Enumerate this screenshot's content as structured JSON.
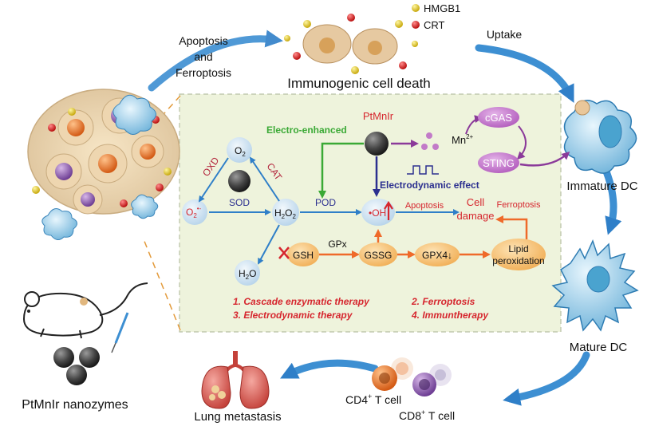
{
  "legend": {
    "hmgb1": "HMGB1",
    "crt": "CRT"
  },
  "labels": {
    "apoptosis_ferroptosis_1": "Apoptosis",
    "apoptosis_ferroptosis_2": "and",
    "apoptosis_ferroptosis_3": "Ferroptosis",
    "icd": "Immunogenic cell death",
    "uptake": "Uptake",
    "immature_dc": "Immature DC",
    "mature_dc": "Mature DC",
    "cd4": "CD4",
    "cd4_sup": "+",
    "cd4_tail": " T cell",
    "cd8": "CD8",
    "cd8_sup": "+",
    "cd8_tail": " T cell",
    "lung": "Lung metastasis",
    "nanozymes": "PtMnIr nanozymes"
  },
  "mechanism": {
    "ptmnir": "PtMnIr",
    "electro_enhanced": "Electro-enhanced",
    "electrodynamic_effect": "Electrodynamic effect",
    "mn": "Mn",
    "mn_sup": "2+",
    "cgas": "cGAS",
    "sting": "STING",
    "o2": "O",
    "o2_sub": "2",
    "o2m": "O",
    "o2m_sub": "2",
    "o2m_sup": "•-",
    "h2o2": "H",
    "h2o2_sub1": "2",
    "h2o2_mid": "O",
    "h2o2_sub2": "2",
    "h2o": "H",
    "h2o_sub": "2",
    "h2o_tail": "O",
    "oxd": "OXD",
    "cat": "CAT",
    "sod": "SOD",
    "pod": "POD",
    "oh": "•OH",
    "apoptosis": "Apoptosis",
    "ferroptosis": "Ferroptosis",
    "cell_damage_1": "Cell",
    "cell_damage_2": "damage",
    "gsh": "GSH",
    "gpx": "GPx",
    "gssg": "GSSG",
    "gpx4": "GPX4↓",
    "lipid_1": "Lipid",
    "lipid_2": "peroxidation",
    "therapy_1": "1. Cascade enzymatic therapy",
    "therapy_2": "2. Ferroptosis",
    "therapy_3": "3. Electrodynamic therapy",
    "therapy_4": "4. Immuntherapy"
  },
  "colors": {
    "panel_bg": "#eef3dc",
    "blue_arrow": "#2f7fc8",
    "green_arrow": "#3aa935",
    "purple": "#8b3a9a",
    "navy": "#2b2f8f",
    "orange": "#ef6a2a",
    "red_text": "#d6262e",
    "oxd_text": "#b3263d",
    "node_blue": "#cfe3f1",
    "node_orange": "#f6c27a",
    "node_purple": "#c27ac8"
  }
}
